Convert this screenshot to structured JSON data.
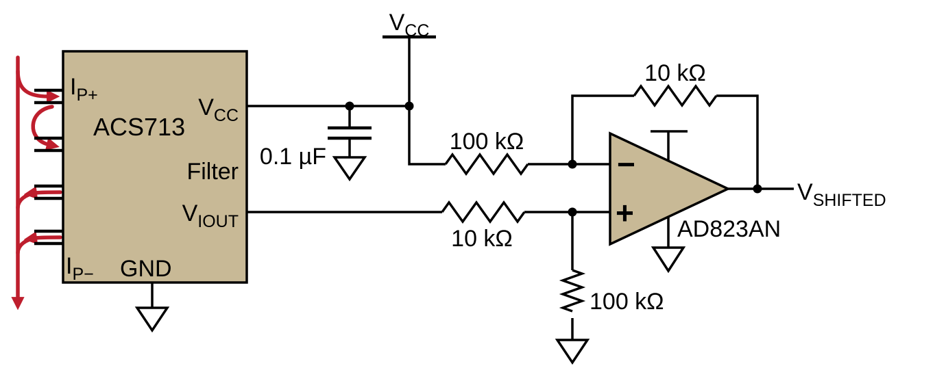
{
  "colors": {
    "component_fill": "#c8b996",
    "wire": "#000000",
    "current_path": "#be1e2d",
    "background": "#ffffff"
  },
  "ic": {
    "name": "ACS713",
    "pin_ip_plus": {
      "base": "I",
      "sub": "P+"
    },
    "pin_ip_minus": {
      "base": "I",
      "sub": "P−"
    },
    "pin_vcc": {
      "base": "V",
      "sub": "CC"
    },
    "pin_filter": "Filter",
    "pin_viout": {
      "base": "V",
      "sub": "IOUT"
    },
    "pin_gnd": "GND"
  },
  "supply": {
    "vcc": {
      "base": "V",
      "sub": "CC"
    }
  },
  "components": {
    "bypass_cap_value": "0.1 µF",
    "r_vcc_to_inverting": "100 kΩ",
    "r_feedback": "10 kΩ",
    "r_viout_to_noninverting": "10 kΩ",
    "r_noninverting_to_gnd": "100 kΩ"
  },
  "opamp": {
    "name": "AD823AN",
    "inverting_sign": "−",
    "noninverting_sign": "+"
  },
  "output": {
    "label": {
      "base": "V",
      "sub": "SHIFTED"
    }
  }
}
